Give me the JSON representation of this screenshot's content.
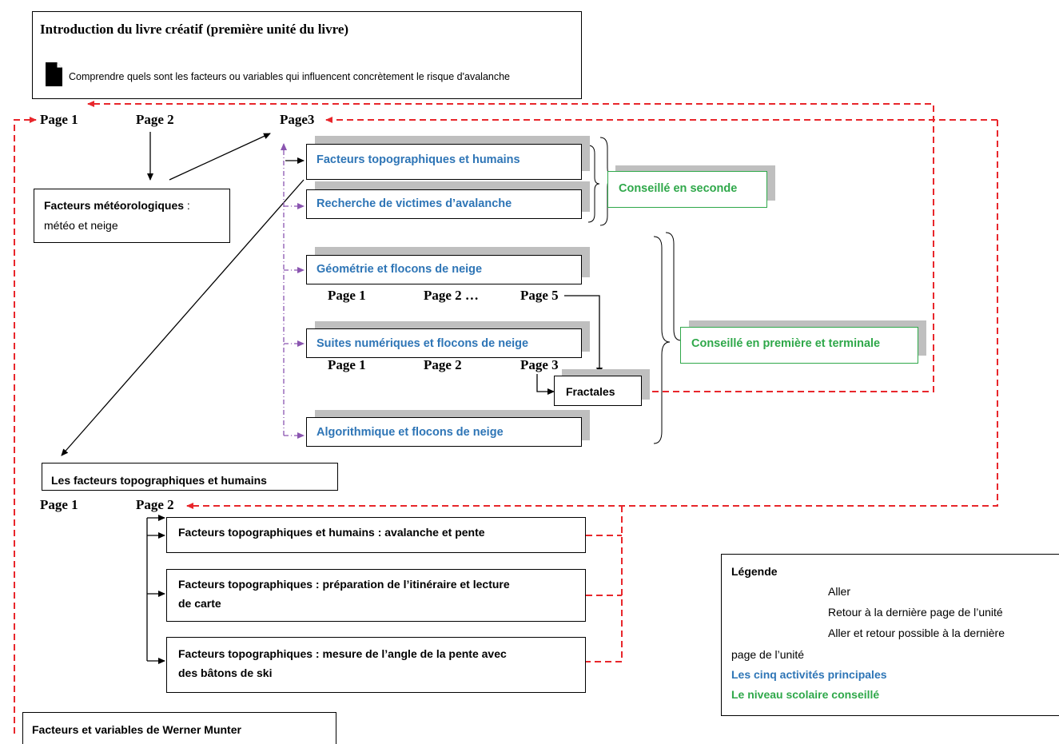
{
  "intro": {
    "title": "Introduction du livre créatif (première unité du livre)",
    "subtitle": "Comprendre quels sont les facteurs ou variables qui influencent concrètement le risque d'avalanche",
    "icon": "document-icon"
  },
  "top_pages": {
    "p1": "Page 1",
    "p2": "Page 2",
    "p3": "Page3"
  },
  "meteo": {
    "title": "Facteurs météorologiques",
    "sep": " :",
    "sub": "météo et neige"
  },
  "activities": {
    "topo": "Facteurs topographiques et humains",
    "recherche": "Recherche de victimes d’avalanche",
    "geometrie": "Géométrie et flocons de neige",
    "suites": "Suites numériques et flocons  de neige",
    "algo": "Algorithmique et flocons de neige"
  },
  "geo_pages": {
    "p1": "Page 1",
    "p2": "Page 2 …",
    "p5": "Page 5"
  },
  "suites_pages": {
    "p1": "Page 1",
    "p2": "Page 2",
    "p3": "Page 3"
  },
  "fractales": "Fractales",
  "levels": {
    "seconde": "Conseillé en seconde",
    "premiere": "Conseillé en première et terminale"
  },
  "topo_section": {
    "title": "Les facteurs topographiques et humains",
    "p1": "Page 1",
    "p2": "Page 2",
    "items": [
      {
        "line1": "Facteurs topographiques et humains : avalanche  et pente",
        "line2": ""
      },
      {
        "line1": "Facteurs topographiques : préparation de l’itinéraire et lecture",
        "line2": "de carte"
      },
      {
        "line1": "Facteurs topographiques : mesure de l’angle de la pente avec",
        "line2": "des bâtons de ski"
      }
    ]
  },
  "werner": "Facteurs et variables  de Werner Munter",
  "legend": {
    "title": "Légende",
    "aller": "Aller",
    "retour": "Retour à la dernière page de l’unité",
    "aller_retour": "Aller et retour possible à la dernière",
    "aller_retour2": "page de l’unité",
    "activites": "Les cinq activités principales",
    "niveau": "Le niveau scolaire conseillé"
  },
  "colors": {
    "black": "#000000",
    "red": "#e8262b",
    "purple": "#8a55b0",
    "blue": "#2e75b6",
    "green": "#2fa84a",
    "shadow": "#bfbfbf"
  }
}
